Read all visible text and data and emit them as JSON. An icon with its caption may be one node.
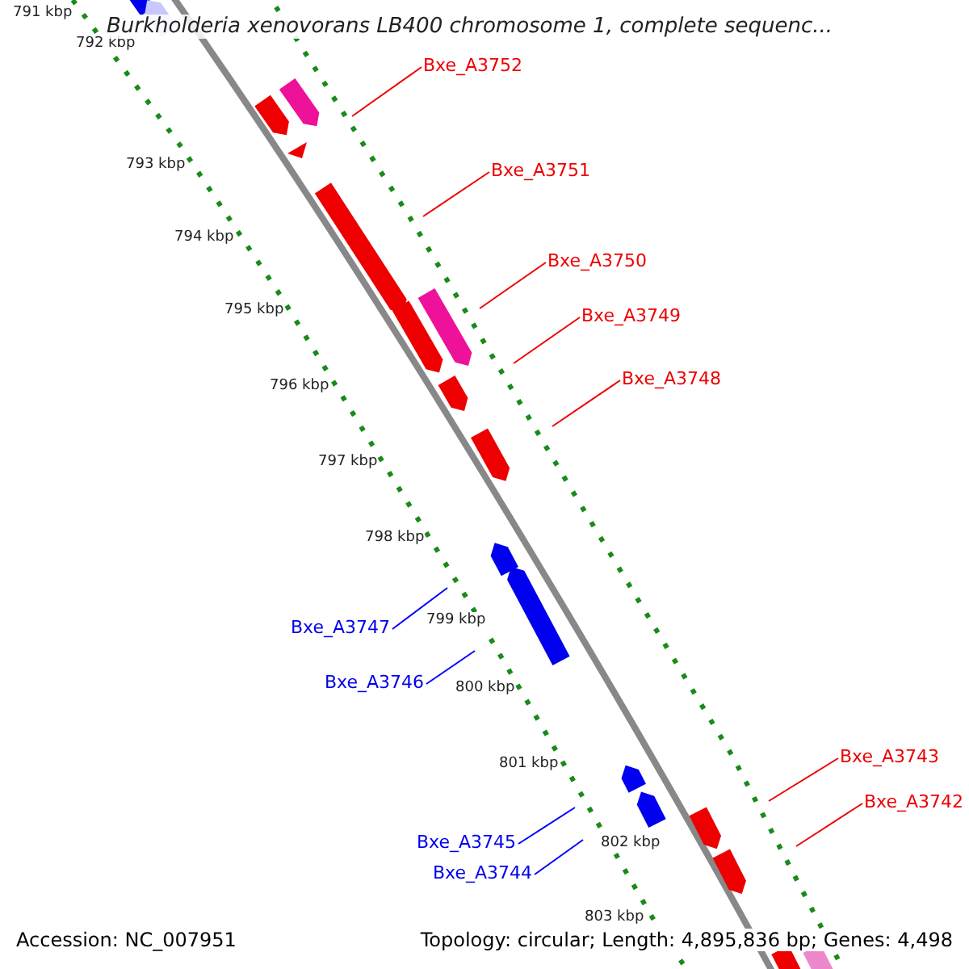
{
  "diagram": {
    "title": "Burkholderia xenovorans LB400 chromosome 1, complete sequenc...",
    "nodes": [
      {
        "text": [
          "Bxe_A3752"
        ]
      },
      {
        "text": [
          "Bxe_A3751"
        ]
      },
      {
        "text": [
          "Bxe_A3750"
        ]
      },
      {
        "text": [
          "Bxe_A3749"
        ]
      },
      {
        "text": [
          "Bxe_A3748"
        ]
      },
      {
        "text": [
          "Bxe_A3747"
        ]
      },
      {
        "text": [
          "Bxe_A3746"
        ]
      },
      {
        "text": [
          "Bxe_A3745"
        ]
      },
      {
        "text": [
          "Bxe_A3744"
        ]
      },
      {
        "text": [
          "Bxe_A3743"
        ]
      },
      {
        "text": [
          "Bxe_A3742"
        ]
      }
    ],
    "edges": [
      {
        "from": 0,
        "to": null,
        "arrow": "none"
      },
      {
        "from": 1,
        "to": null,
        "arrow": "none"
      },
      {
        "from": 2,
        "to": null,
        "arrow": "none"
      },
      {
        "from": 3,
        "to": null,
        "arrow": "none"
      },
      {
        "from": 4,
        "to": null,
        "arrow": "none"
      },
      {
        "from": 5,
        "to": null,
        "arrow": "none",
        "color": "#0000ff"
      },
      {
        "from": 6,
        "to": null,
        "arrow": "none",
        "color": "#0000ff"
      },
      {
        "from": 7,
        "to": null,
        "arrow": "none",
        "color": "#0000ff"
      },
      {
        "from": 8,
        "to": null,
        "arrow": "none",
        "color": "#0000ff"
      },
      {
        "from": 9,
        "to": null,
        "arrow": "none"
      },
      {
        "from": 10,
        "to": null,
        "arrow": "none"
      }
    ],
    "labels": [
      "791 kbp",
      "792 kbp",
      "793 kbp",
      "794 kbp",
      "795 kbp",
      "796 kbp",
      "797 kbp",
      "798 kbp",
      "799 kbp",
      "800 kbp",
      "801 kbp",
      "802 kbp",
      "803 kbp",
      "Accession: NC_007951",
      "Topology: circular; Length: 4,895,836 bp; Genes: 4,498"
    ]
  }
}
